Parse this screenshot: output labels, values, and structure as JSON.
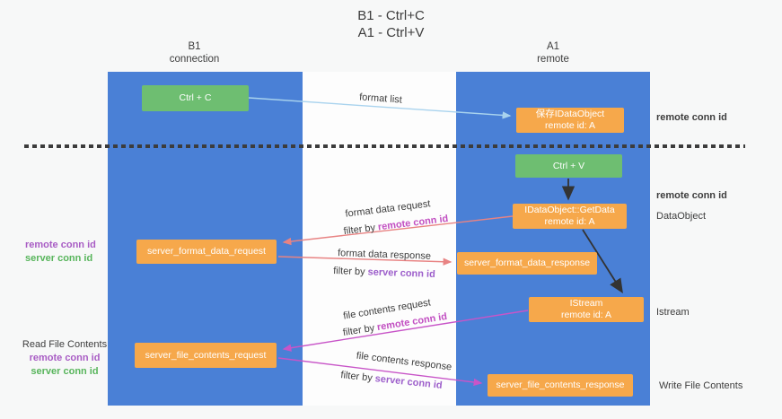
{
  "title": {
    "line1": "B1 - Ctrl+C",
    "line2": "A1 - Ctrl+V"
  },
  "lanes": {
    "left": {
      "name": "B1",
      "subtitle": "connection"
    },
    "right": {
      "name": "A1",
      "subtitle": "remote"
    }
  },
  "nodes": {
    "ctrl_c": "Ctrl + C",
    "ctrl_v": "Ctrl + V",
    "save_idataobject": {
      "line1": "保存IDataObject",
      "line2": "remote id: A"
    },
    "getdata": {
      "line1": "IDataObject::GetData",
      "line2": "remote id: A"
    },
    "istream": {
      "line1": "IStream",
      "line2": "remote id: A"
    },
    "server_format_data_request": "server_format_data_request",
    "server_format_data_response": "server_format_data_response",
    "server_file_contents_request": "server_file_contents_request",
    "server_file_contents_response": "server_file_contents_response"
  },
  "arrow_labels": {
    "format_list": "format list",
    "format_data_request": "format data request",
    "format_data_response": "format data response",
    "file_contents_request": "file contents request",
    "file_contents_response": "file contents response",
    "filter_prefix": "filter by",
    "remote_conn_id": "remote conn id",
    "server_conn_id": "server conn id"
  },
  "side_labels": {
    "remote_conn_id": "remote conn id",
    "server_conn_id": "server conn id",
    "dataobject": "DataObject",
    "istream": "Istream",
    "read_file_contents": "Read File Contents",
    "write_file_contents": "Write File Contents"
  },
  "colors": {
    "lane_blue": "#4a80d6",
    "node_orange": "#f6a84b",
    "node_green": "#6ebe71",
    "arrow_light_blue": "#a9d3ee",
    "arrow_salmon": "#e88383",
    "arrow_magenta": "#c855c8",
    "arrow_black": "#333333",
    "text_purple": "#a85cc4",
    "text_magenta": "#c24fc2",
    "text_green": "#58b55c"
  }
}
